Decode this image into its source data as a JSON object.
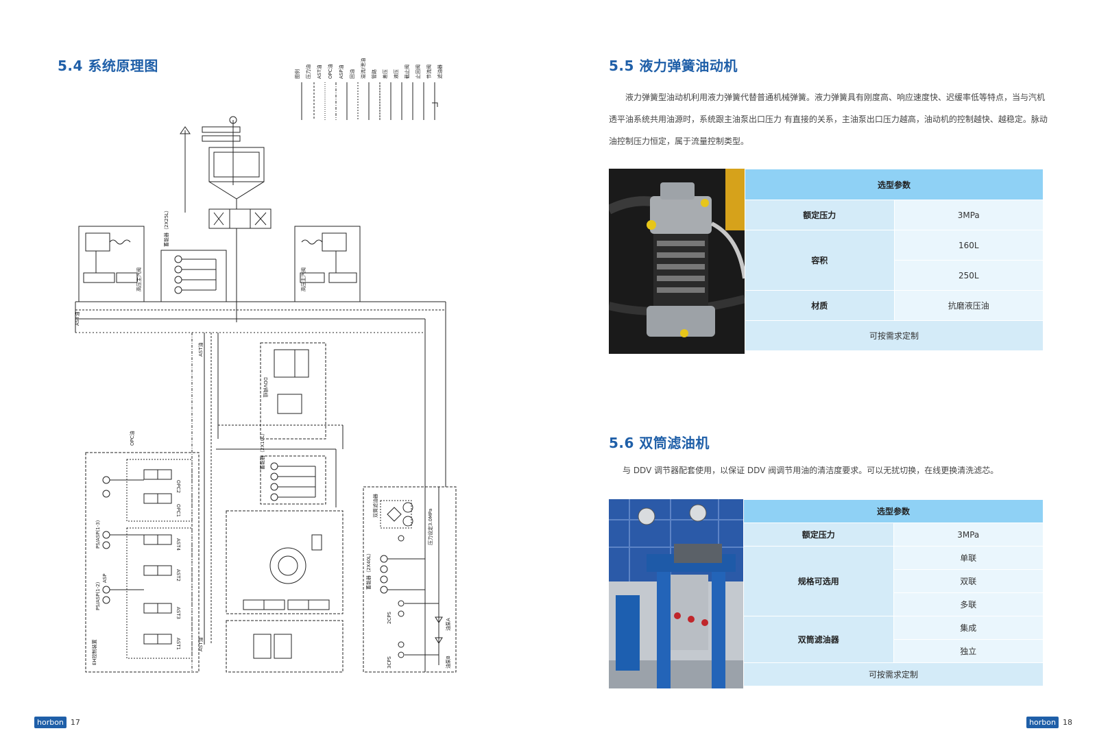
{
  "left": {
    "heading": "5.4 系统原理图",
    "page_number": "17",
    "logo": "horbon",
    "schematic": {
      "labels": {
        "accum_top": "蓄能器（2X25L）",
        "accum_mid": "蓄能器（2X10L）",
        "accum_right": "蓄能器（2X40L）",
        "ddv": "DDV阀组",
        "eh": "EH控制装置",
        "ast_a": "AST油",
        "ast_b": "AST油",
        "ast_c": "AST油",
        "opc": "OPC油",
        "ps1": "PS/ASP(1-3)",
        "ps2": "PS/ASP(1-2)",
        "asp": "ASP",
        "opc1": "OPC1",
        "opc2": "OPC2",
        "ast1": "AST1",
        "ast2": "AST2",
        "ast3": "AST3",
        "ast4": "AST4",
        "pressure": "压力设定3.0MPa",
        "cps3": "3CPS",
        "cps2": "2CPS",
        "pump_a": "油泵A",
        "pump_b": "油泵B",
        "filter": "双筒滤油器",
        "motor_l": "高压主汽阀",
        "motor_r": "高压主汽阀"
      },
      "legend": [
        "图例",
        "压力油",
        "AST油",
        "OPC油",
        "ASP油",
        "回油",
        "溢流/泄油",
        "管路",
        "差压",
        "液压",
        "截止阀",
        "止回阀",
        "节流阀",
        "滤油器"
      ]
    }
  },
  "right": {
    "page_number": "18",
    "logo": "horbon",
    "s55": {
      "heading": "5.5 液力弹簧油动机",
      "paragraph": "液力弹簧型油动机利用液力弹簧代替普通机械弹簧。液力弹簧具有刚度高、响应速度快、迟缓率低等特点，当与汽机透平油系统共用油源时，系统跟主油泵出口压力 有直接的关系，主油泵出口压力越高，油动机的控制越快、越稳定。脉动油控制压力恒定，属于流量控制类型。",
      "table": {
        "header": "选型参数",
        "rows": [
          {
            "label": "额定压力",
            "values": [
              "3MPa"
            ]
          },
          {
            "label": "容积",
            "values": [
              "160L",
              "250L"
            ]
          },
          {
            "label": "材质",
            "values": [
              "抗磨液压油"
            ]
          }
        ],
        "footer": "可按需求定制"
      }
    },
    "s56": {
      "heading": "5.6 双筒滤油机",
      "paragraph": "与 DDV 调节器配套使用，以保证 DDV 阀调节用油的清洁度要求。可以无扰切换，在线更换清洗滤芯。",
      "table": {
        "header": "选型参数",
        "rows": [
          {
            "label": "额定压力",
            "values": [
              "3MPa"
            ]
          },
          {
            "label": "规格可选用",
            "values": [
              "单联",
              "双联",
              "多联"
            ]
          },
          {
            "label": "双筒滤油器",
            "values": [
              "集成",
              "独立"
            ]
          }
        ],
        "footer": "可按需求定制"
      }
    }
  }
}
